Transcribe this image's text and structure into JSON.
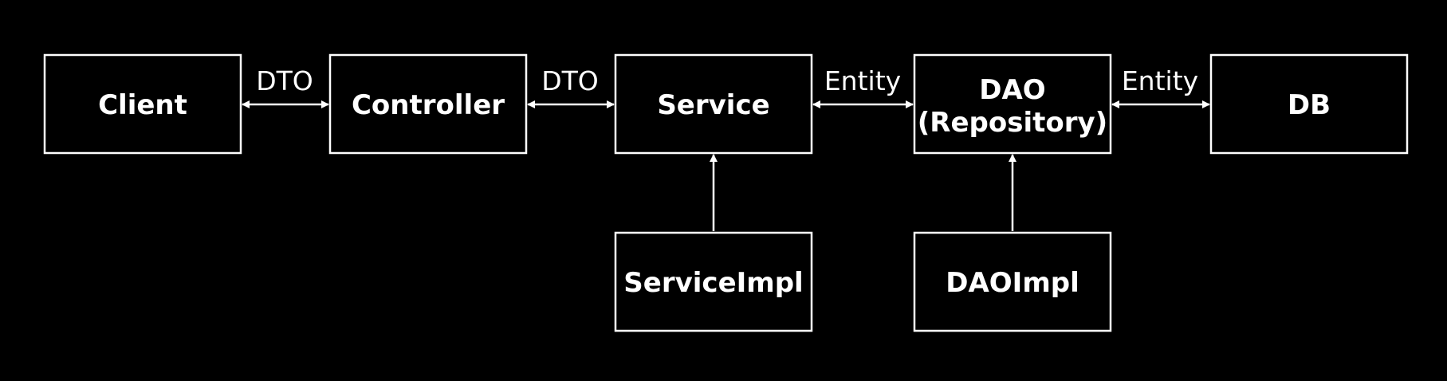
{
  "colors": {
    "background": "#000000",
    "foreground": "#ffffff"
  },
  "nodes": {
    "client": {
      "label": "Client"
    },
    "controller": {
      "label": "Controller"
    },
    "service": {
      "label": "Service"
    },
    "dao": {
      "label_line1": "DAO",
      "label_line2": "(Repository)"
    },
    "db": {
      "label": "DB"
    },
    "service_impl": {
      "label": "ServiceImpl"
    },
    "dao_impl": {
      "label": "DAOImpl"
    }
  },
  "edges": {
    "client_controller": {
      "label": "DTO",
      "type": "bidirectional"
    },
    "controller_service": {
      "label": "DTO",
      "type": "bidirectional"
    },
    "service_dao": {
      "label": "Entity",
      "type": "bidirectional"
    },
    "dao_db": {
      "label": "Entity",
      "type": "bidirectional"
    },
    "serviceimpl_service": {
      "label": "",
      "type": "implements"
    },
    "daoimpl_dao": {
      "label": "",
      "type": "implements"
    }
  }
}
